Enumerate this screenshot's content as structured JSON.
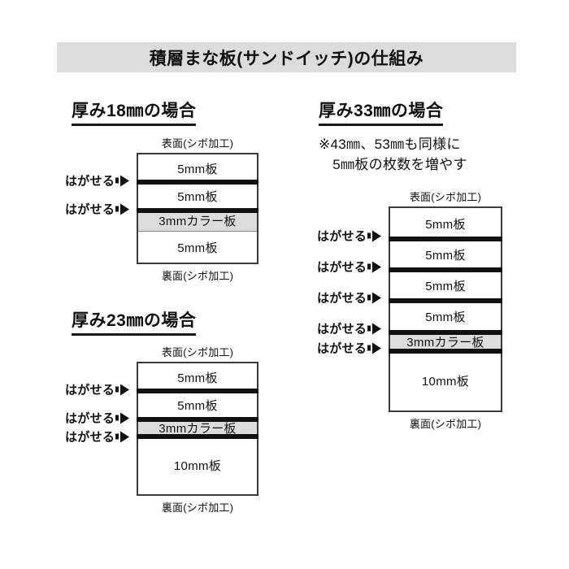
{
  "page": {
    "title": "積層まな板(サンドイッチ)の仕組み",
    "background_color": "#ffffff",
    "banner_color": "#dcdcdc",
    "colored_layer_color": "#dcdcdc",
    "line_color": "#111111"
  },
  "labels": {
    "front_face": "表面(シボ加工)",
    "back_face": "裏面(シボ加工)",
    "peelable": "はがせる"
  },
  "sections": [
    {
      "id": "thickness-18",
      "heading": "厚み18㎜の場合",
      "note": "",
      "top_label": "表面(シボ加工)",
      "bottom_label": "裏面(シボ加工)",
      "layers": [
        {
          "label": "5mm板",
          "colored": false,
          "peelable_above": false
        },
        {
          "label": "5mm板",
          "colored": false,
          "peelable_above": true
        },
        {
          "label": "3mmカラー板",
          "colored": true,
          "peelable_above": true
        },
        {
          "label": "5mm板",
          "colored": false,
          "peelable_above": false
        }
      ]
    },
    {
      "id": "thickness-23",
      "heading": "厚み23㎜の場合",
      "note": "",
      "top_label": "表面(シボ加工)",
      "bottom_label": "裏面(シボ加工)",
      "layers": [
        {
          "label": "5mm板",
          "colored": false,
          "peelable_above": false
        },
        {
          "label": "5mm板",
          "colored": false,
          "peelable_above": true
        },
        {
          "label": "3mmカラー板",
          "colored": true,
          "peelable_above": true
        },
        {
          "label": "10mm板",
          "colored": false,
          "peelable_above": true
        }
      ]
    },
    {
      "id": "thickness-33",
      "heading": "厚み33㎜の場合",
      "note": "※43㎜、53㎜も同様に\n　5㎜板の枚数を増やす",
      "top_label": "表面(シボ加工)",
      "bottom_label": "裏面(シボ加工)",
      "layers": [
        {
          "label": "5mm板",
          "colored": false,
          "peelable_above": false
        },
        {
          "label": "5mm板",
          "colored": false,
          "peelable_above": true
        },
        {
          "label": "5mm板",
          "colored": false,
          "peelable_above": true
        },
        {
          "label": "5mm板",
          "colored": false,
          "peelable_above": true
        },
        {
          "label": "3mmカラー板",
          "colored": true,
          "peelable_above": true
        },
        {
          "label": "10mm板",
          "colored": false,
          "peelable_above": true
        }
      ]
    }
  ]
}
